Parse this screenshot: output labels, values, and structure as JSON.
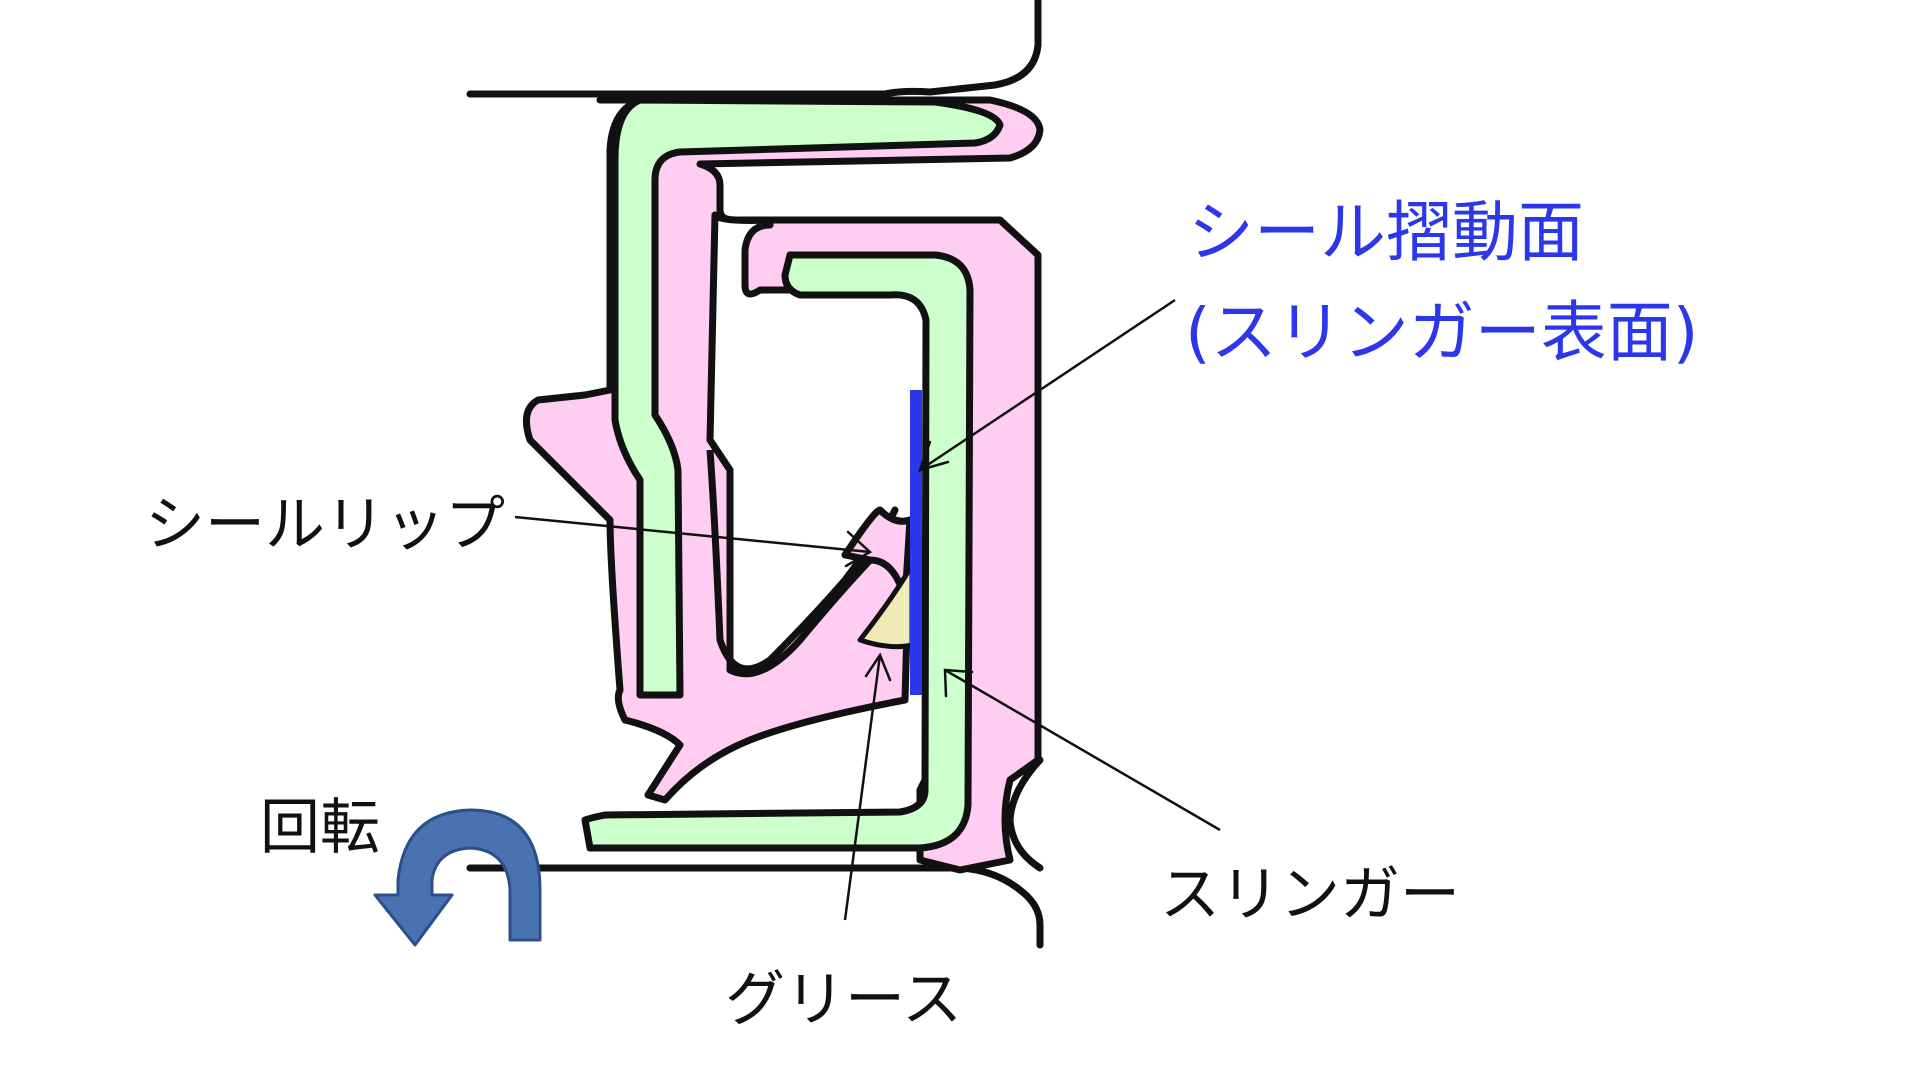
{
  "labels": {
    "sliding_surface_line1": "シール摺動面",
    "sliding_surface_line2": "(スリンガー表面)",
    "seal_lip": "シールリップ",
    "rotation": "回転",
    "slinger": "スリンガー",
    "grease": "グリース"
  },
  "colors": {
    "metal_insert": "#ccffcc",
    "rubber": "#ffccf2",
    "grease": "#f0eab4",
    "sliding_surface": "#2b37e8",
    "outline": "#111111",
    "rotation_arrow": "#4a72b0",
    "highlight_text": "#2b37e8"
  }
}
